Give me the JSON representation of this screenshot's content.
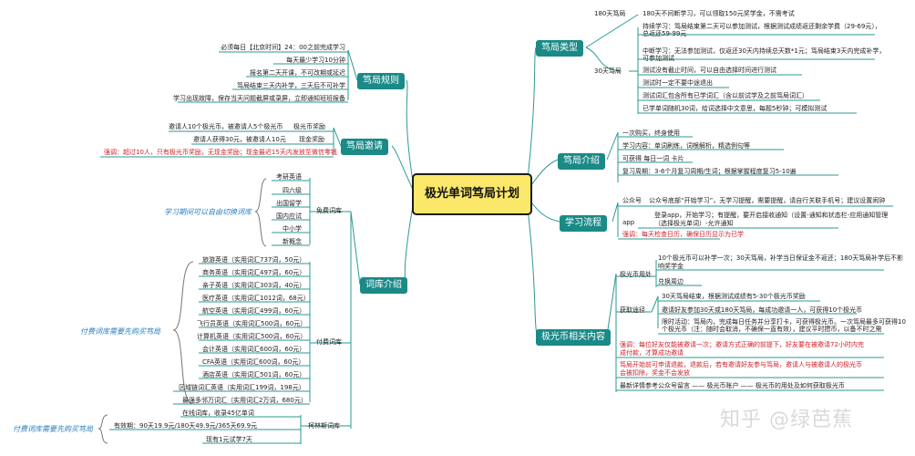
{
  "center": "极光单词笃局计划",
  "branches": {
    "type": "笃局类型",
    "intro": "笃局介绍",
    "process": "学习流程",
    "coins": "极光币相关内容",
    "rules": "笃局规则",
    "invite": "笃局邀请",
    "vocab": "词库介绍"
  },
  "type": {
    "d180": "180天笃局",
    "d180_desc": "180天不间断学习，可以领取150元奖学金，不需考试",
    "d30": "30天笃局",
    "items": [
      "持续学习：笃局结束第二天可以参加测试，根据测试成绩返还剩余学费（29-69元），",
      "总返还59-99元",
      "中断学习：无法参加测试，仅返还30天内持续总天数*1元；笃局结束3天内完成补学，",
      "可参加测试",
      "测试没有截止时间，可以自由选择时间进行测试",
      "测试时一定不要中途退出",
      "测试词汇包含所有已学词汇（含以前试学及之前笃局词汇）",
      "已学单词随机30词，给词选择中文意思，每题5秒钟；可模拟测试"
    ]
  },
  "intro": {
    "items": [
      "一次购买，终身使用",
      "学习内容：单词刷练，词根解析，精选例句等",
      "可获得 每日一词 卡片",
      "复习周期：3-6个月复习周期/生词；根据掌握程度复习5-10遍"
    ]
  },
  "process": {
    "gzh": "公众号",
    "gzh_desc": "公众号底部“开始学习”，无学习提醒，需要提醒，请自行关联手机号；建议设置闹钟",
    "app": "app",
    "app_desc1": "登录app，开始学习；有提醒，要开启接收通知（设置-通知和状态栏-应用通知管理",
    "app_desc2": "（选择极光单词）-允许通知",
    "warn": "强调：每天检查日历，确保日历显示为已学"
  },
  "coins": {
    "use": "极光币用处",
    "use1": "10个极光币可以补学一次；30天笃局，补学当日保证金不返还；180天笃局补学后不影",
    "use1b": "响奖学金",
    "use2": "兑换周边",
    "get": "获取途径",
    "get1": "30天笃局结束，根据测试成绩有5-30个极光币奖励",
    "get2": "邀请好友参加30天或180天笃局，每成功邀请一人，可获得10个极光币",
    "get3a": "限时活动：笃局内，完成每日任务并分享打卡，可获得极光币。一次笃局最多可获得10",
    "get3b": "个极光币（注：随时会取消，不确保一直有效），建议平时攒币，以备不时之需",
    "warn1a": "强调：每位好友仅能被邀请一次；邀请方式正确的前提下，好友要在被邀请72小时内完",
    "warn1b": "成付款，才算成功邀请",
    "warn2a": "笃局开始前可申请退款，退款后，若有邀请好友参与笃局，邀请人与被邀请人的极光币",
    "warn2b": "会被扣除，奖金不会发放",
    "last": "最新详情参考公众号留言 —— 极光币账户 —— 极光币的用处及如何获取极光币"
  },
  "rules": {
    "items": [
      "必须每日【北京时间】24：00之前完成学习",
      "每天最少学习10分钟",
      "报名第二天开课，不可改期或延迟",
      "笃局结束三天内补学，三天后不可补学",
      "学习出现故障，保存当天问题截屏或录屏，立即通知班班报备"
    ]
  },
  "invite": {
    "a1": "邀请人10个极光币，被邀请人5个极光币",
    "a1tag": "极光币奖励",
    "a2": "邀请人获得30元，被邀请人10元",
    "a2tag": "现金奖励",
    "warn": "强调：超过10人，只有极光币奖励，无现金奖励；现金最迟15天内发放至微信零钱"
  },
  "vocab": {
    "free": "免费词库",
    "free_note": "学习期间可以自由切换词库",
    "free_items": [
      "考研英语",
      "四六级",
      "出国留学",
      "国内应试",
      "中小学",
      "新概念"
    ],
    "paid": "付费词库",
    "paid_note": "付费词库需要先购买笃局",
    "paid_items": [
      "旅游英语（实用词汇737词，50元）",
      "商务英语（实用词汇497词，60元）",
      "亲子英语（实用词汇303词，40元）",
      "医疗英语（实用词汇1012词，68元）",
      "航空英语（实用词汇499词，60元）",
      "飞行员英语（实用词汇500词，60元）",
      "计算机英语（实用词汇500词，60元）",
      "会计英语（实用词汇600词，60元）",
      "CFA英语（实用词汇600词，60元）",
      "酒店英语（实用词汇501词，60元）",
      "区域链词汇英语（实用词汇199词，198元）",
      "最强多邻万词汇（实用词汇2万词，680元）"
    ],
    "pl": "柯林斯词库",
    "pl_note": "付费词库需要先购买笃局",
    "pl_items": [
      "在线词库，收录45亿单词",
      "有效期：90天19.9元/180天49.9元/365天69.9元",
      "现有1元试学7天"
    ]
  },
  "watermark": "知乎 @绿芭蕉"
}
